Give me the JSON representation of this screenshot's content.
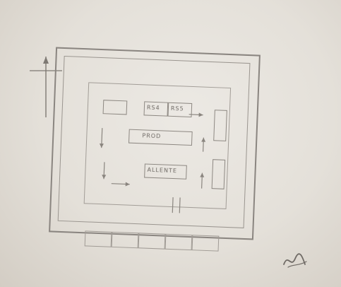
{
  "document": {
    "labels": {
      "r1": "RS4",
      "r2": "RS5",
      "center": "PROD",
      "bottom_center": "ALLENTE"
    }
  }
}
